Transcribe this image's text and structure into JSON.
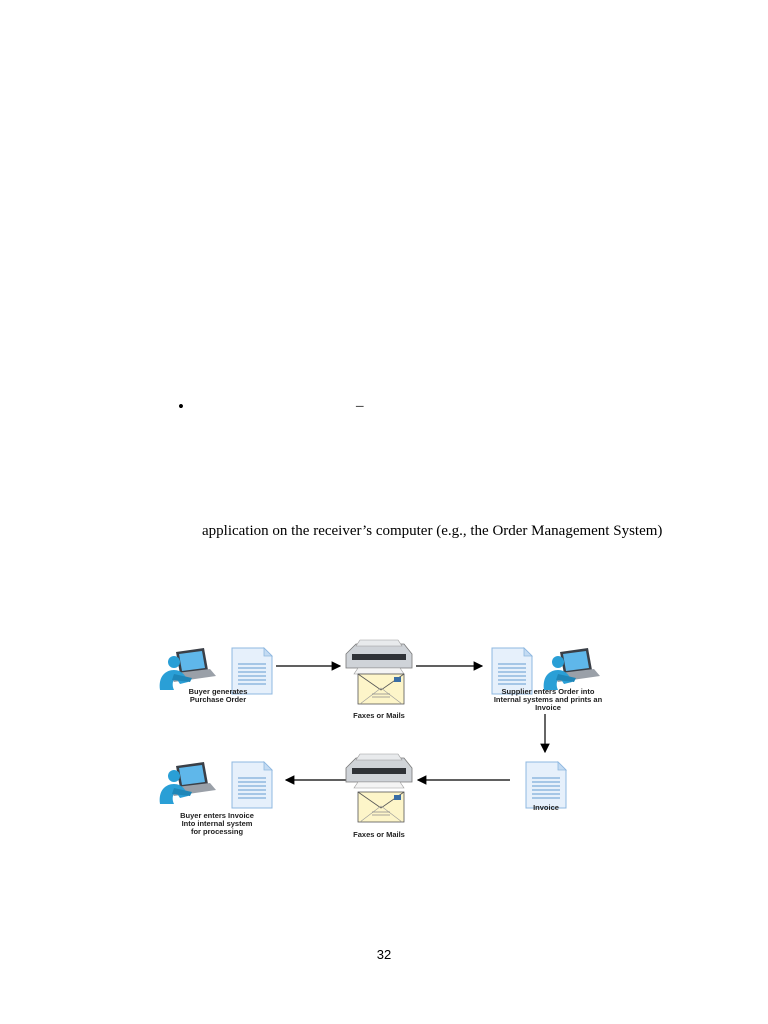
{
  "document": {
    "bullet_symbol": "•",
    "dash_symbol": "–",
    "body_text": "application on the receiver’s computer (e.g., the Order Management System)",
    "page_number": "32"
  },
  "diagram": {
    "captions": {
      "buyer_generates": "Buyer generates\nPurchase Order",
      "faxes_top": "Faxes or Mails",
      "supplier_enters": "Supplier enters Order into\nInternal systems and prints an\nInvoice",
      "invoice": "Invoice",
      "faxes_bottom": "Faxes or Mails",
      "buyer_enters": "Buyer enters Invoice\nInto internal system\nfor processing"
    },
    "icons": [
      "user-laptop-icon",
      "document-icon",
      "fax-machine-icon",
      "envelope-icon",
      "arrow-icon"
    ],
    "colors": {
      "document_fill": "#e6f0fb",
      "document_lines": "#8fb8e0",
      "person": "#2a9fd6",
      "envelope": "#fdf5c9"
    }
  }
}
